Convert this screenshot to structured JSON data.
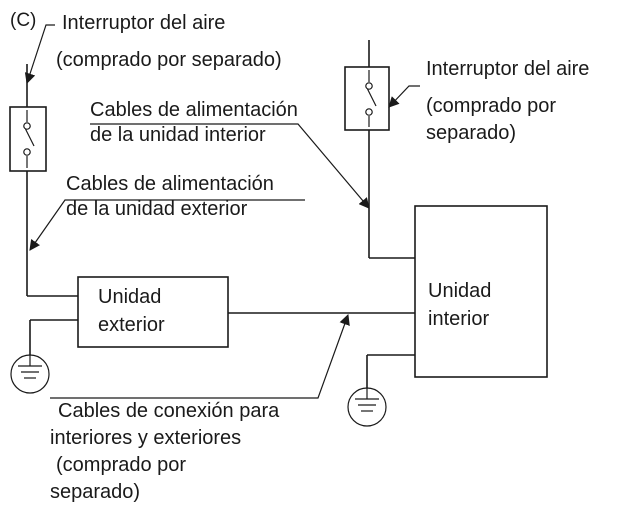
{
  "diagram": {
    "panel_label": "(C)",
    "breaker_outdoor": {
      "line1": "Interruptor del aire",
      "line2": "(comprado por separado)"
    },
    "breaker_indoor": {
      "line1": "Interruptor del aire",
      "line2": "(comprado por",
      "line3": "separado)"
    },
    "indoor_power_cable": {
      "line1": "Cables de alimentación",
      "line2": "de la unidad interior"
    },
    "outdoor_power_cable": {
      "line1": "Cables de alimentación",
      "line2": "de la unidad exterior"
    },
    "outdoor_unit": {
      "line1": "Unidad",
      "line2": "exterior"
    },
    "indoor_unit": {
      "line1": "Unidad",
      "line2": "interior"
    },
    "connection_cable": {
      "line1": "Cables de conexión para",
      "line2": "interiores y exteriores",
      "line3": "(comprado por",
      "line4": "separado)"
    }
  }
}
